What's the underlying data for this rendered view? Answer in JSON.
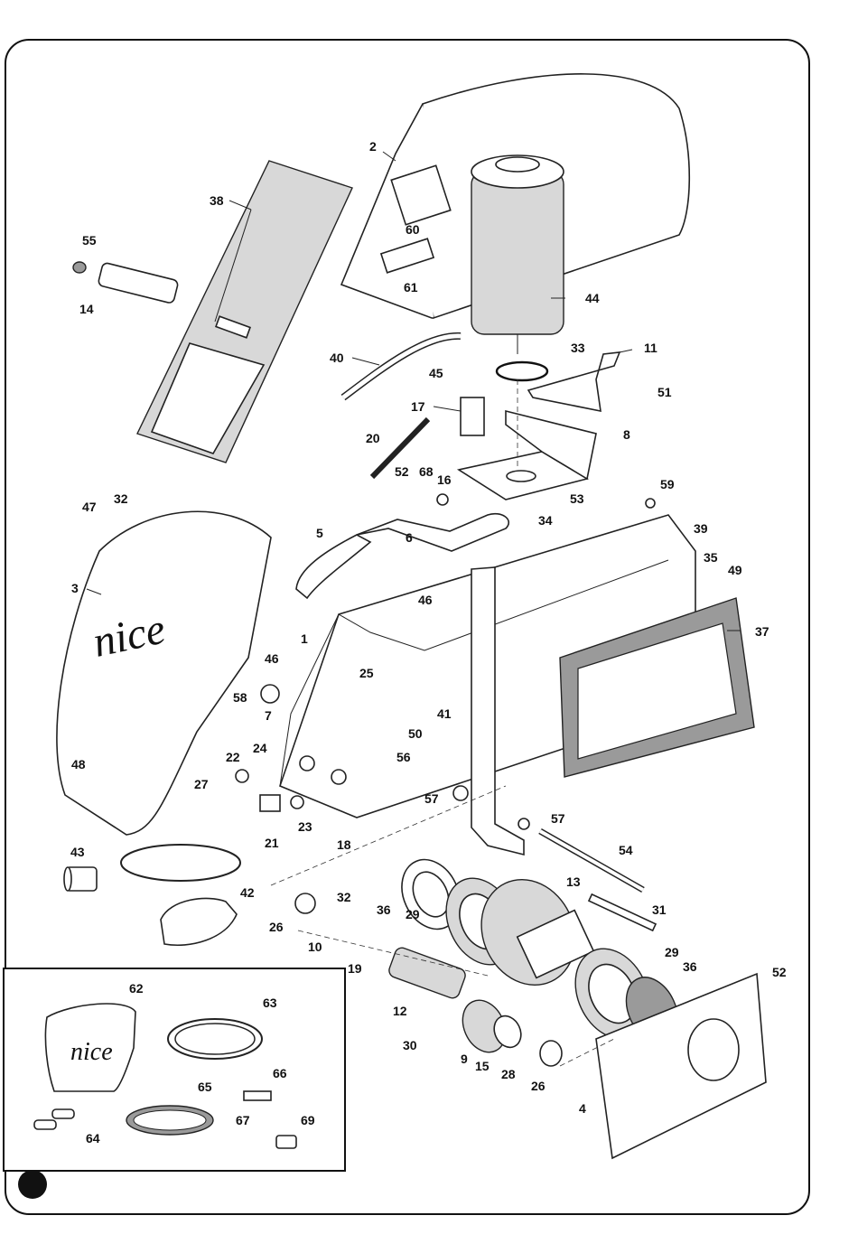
{
  "brand": {
    "cover_logo": "nice",
    "kit_cover_logo": "nice"
  },
  "labels": [
    {
      "id": "l1",
      "text": "1"
    },
    {
      "id": "l2",
      "text": "2"
    },
    {
      "id": "l3",
      "text": "3"
    },
    {
      "id": "l4",
      "text": "4"
    },
    {
      "id": "l5",
      "text": "5"
    },
    {
      "id": "l6",
      "text": "6"
    },
    {
      "id": "l7",
      "text": "7"
    },
    {
      "id": "l8",
      "text": "8"
    },
    {
      "id": "l9",
      "text": "9"
    },
    {
      "id": "l10",
      "text": "10"
    },
    {
      "id": "l11",
      "text": "11"
    },
    {
      "id": "l12",
      "text": "12"
    },
    {
      "id": "l13",
      "text": "13"
    },
    {
      "id": "l14",
      "text": "14"
    },
    {
      "id": "l15",
      "text": "15"
    },
    {
      "id": "l16",
      "text": "16"
    },
    {
      "id": "l17",
      "text": "17"
    },
    {
      "id": "l18",
      "text": "18"
    },
    {
      "id": "l19",
      "text": "19"
    },
    {
      "id": "l20",
      "text": "20"
    },
    {
      "id": "l21",
      "text": "21"
    },
    {
      "id": "l22",
      "text": "22"
    },
    {
      "id": "l23",
      "text": "23"
    },
    {
      "id": "l24",
      "text": "24"
    },
    {
      "id": "l25",
      "text": "25"
    },
    {
      "id": "l26a",
      "text": "26"
    },
    {
      "id": "l26b",
      "text": "26"
    },
    {
      "id": "l27",
      "text": "27"
    },
    {
      "id": "l28",
      "text": "28"
    },
    {
      "id": "l29a",
      "text": "29"
    },
    {
      "id": "l29b",
      "text": "29"
    },
    {
      "id": "l30",
      "text": "30"
    },
    {
      "id": "l31",
      "text": "31"
    },
    {
      "id": "l32a",
      "text": "32"
    },
    {
      "id": "l32b",
      "text": "32"
    },
    {
      "id": "l33",
      "text": "33"
    },
    {
      "id": "l34",
      "text": "34"
    },
    {
      "id": "l35",
      "text": "35"
    },
    {
      "id": "l36a",
      "text": "36"
    },
    {
      "id": "l36b",
      "text": "36"
    },
    {
      "id": "l37",
      "text": "37"
    },
    {
      "id": "l38",
      "text": "38"
    },
    {
      "id": "l39",
      "text": "39"
    },
    {
      "id": "l40",
      "text": "40"
    },
    {
      "id": "l41",
      "text": "41"
    },
    {
      "id": "l42",
      "text": "42"
    },
    {
      "id": "l43",
      "text": "43"
    },
    {
      "id": "l44",
      "text": "44"
    },
    {
      "id": "l45",
      "text": "45"
    },
    {
      "id": "l46a",
      "text": "46"
    },
    {
      "id": "l46b",
      "text": "46"
    },
    {
      "id": "l47",
      "text": "47"
    },
    {
      "id": "l48",
      "text": "48"
    },
    {
      "id": "l49",
      "text": "49"
    },
    {
      "id": "l50",
      "text": "50"
    },
    {
      "id": "l51",
      "text": "51"
    },
    {
      "id": "l52a",
      "text": "52"
    },
    {
      "id": "l52b",
      "text": "52"
    },
    {
      "id": "l53",
      "text": "53"
    },
    {
      "id": "l54",
      "text": "54"
    },
    {
      "id": "l55",
      "text": "55"
    },
    {
      "id": "l56",
      "text": "56"
    },
    {
      "id": "l57a",
      "text": "57"
    },
    {
      "id": "l57b",
      "text": "57"
    },
    {
      "id": "l58",
      "text": "58"
    },
    {
      "id": "l59",
      "text": "59"
    },
    {
      "id": "l60",
      "text": "60"
    },
    {
      "id": "l61",
      "text": "61"
    },
    {
      "id": "l62",
      "text": "62"
    },
    {
      "id": "l63",
      "text": "63"
    },
    {
      "id": "l64",
      "text": "64"
    },
    {
      "id": "l65",
      "text": "65"
    },
    {
      "id": "l66",
      "text": "66"
    },
    {
      "id": "l67",
      "text": "67"
    },
    {
      "id": "l68",
      "text": "68"
    },
    {
      "id": "l69",
      "text": "69"
    }
  ]
}
